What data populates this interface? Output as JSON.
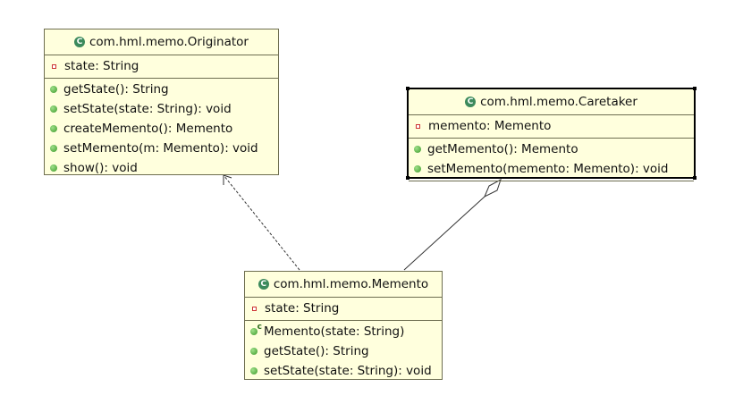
{
  "diagram": {
    "classes": [
      {
        "id": "originator",
        "name": "com.hml.memo.Originator",
        "fields": [
          "state: String"
        ],
        "methods": [
          {
            "kind": "method",
            "text": "getState(): String"
          },
          {
            "kind": "method",
            "text": "setState(state: String): void"
          },
          {
            "kind": "method",
            "text": "createMemento(): Memento"
          },
          {
            "kind": "method",
            "text": "setMemento(m: Memento): void"
          },
          {
            "kind": "method",
            "text": "show(): void"
          }
        ]
      },
      {
        "id": "caretaker",
        "name": "com.hml.memo.Caretaker",
        "selected": true,
        "fields": [
          "memento: Memento"
        ],
        "methods": [
          {
            "kind": "method",
            "text": "getMemento(): Memento"
          },
          {
            "kind": "method",
            "text": "setMemento(memento: Memento): void"
          }
        ]
      },
      {
        "id": "memento",
        "name": "com.hml.memo.Memento",
        "fields": [
          "state: String"
        ],
        "methods": [
          {
            "kind": "constructor",
            "text": "Memento(state: String)"
          },
          {
            "kind": "method",
            "text": "getState(): String"
          },
          {
            "kind": "method",
            "text": "setState(state: String): void"
          }
        ]
      }
    ],
    "relations": [
      {
        "type": "dependency",
        "from": "memento",
        "to": "originator",
        "style": "dashed"
      },
      {
        "type": "aggregation",
        "from": "memento",
        "to": "caretaker",
        "end": "diamond"
      }
    ],
    "icons": {
      "class": "class-icon",
      "field": "private-field-icon",
      "method": "public-method-icon",
      "constructor": "constructor-icon"
    },
    "colors": {
      "class_fill": "#ffffdd",
      "class_border": "#6e6e50",
      "method_icon": "#3c9a2a",
      "field_icon": "#cc3333",
      "class_icon": "#3c8a5c"
    }
  }
}
